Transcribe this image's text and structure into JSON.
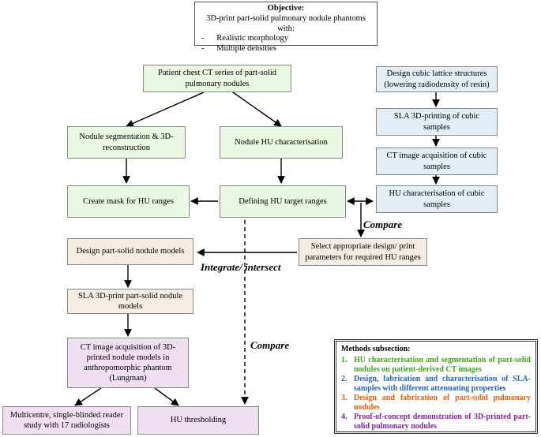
{
  "objective": {
    "title": "Objective:",
    "subtitle": "3D-print part-solid pulmonary nodule phantoms with:",
    "items": [
      "Realistic morphology",
      "Multiple densities"
    ]
  },
  "boxes": {
    "patient_ct": "Patient chest CT series of part-solid pulmonary nodules",
    "segmentation": "Nodule segmentation & 3D-reconstruction",
    "hu_char": "Nodule HU characterisation",
    "create_mask": "Create mask for HU ranges",
    "defining_hu": "Defining HU target ranges",
    "design_lattice": "Design cubic lattice structures (lowering radiodensity of resin)",
    "sla_cubic": "SLA 3D-printing of cubic samples",
    "ct_cubic": "CT image acquisition of cubic samples",
    "hu_cubic": "HU characterisation of cubic samples",
    "select_params": "Select appropriate design/ print parameters for required HU ranges",
    "design_nodule": "Design part-solid nodule models",
    "sla_nodule": "SLA 3D-print part-solid nodule models",
    "ct_phantom": "CT image acquisition of 3D-printed nodule models in anthropomorphic phantom (Lungman)",
    "multicentre": "Multicentre, single-blinded reader study with 17 radiologists",
    "hu_threshold": "HU thresholding"
  },
  "labels": {
    "compare_top": "Compare",
    "integrate": "Integrate/ intersect",
    "compare_bottom": "Compare"
  },
  "methods": {
    "title": "Methods subsection:",
    "items": [
      {
        "num": "1.",
        "text": "HU characterisation and segmentation of part-solid nodules on patient-derived CT images",
        "color": "#4c9a2a"
      },
      {
        "num": "2.",
        "text": "Design, fabrication and characterisation of SLA-samples with different attenuating properties",
        "color": "#2e64b0"
      },
      {
        "num": "3.",
        "text": "Design and fabrication of part-solid pulmonary nodules",
        "color": "#d4641c"
      },
      {
        "num": "4.",
        "text": "Proof-of-concept demonstration of 3D-printed part-solid pulmonary nodules",
        "color": "#7a2a90"
      }
    ]
  }
}
